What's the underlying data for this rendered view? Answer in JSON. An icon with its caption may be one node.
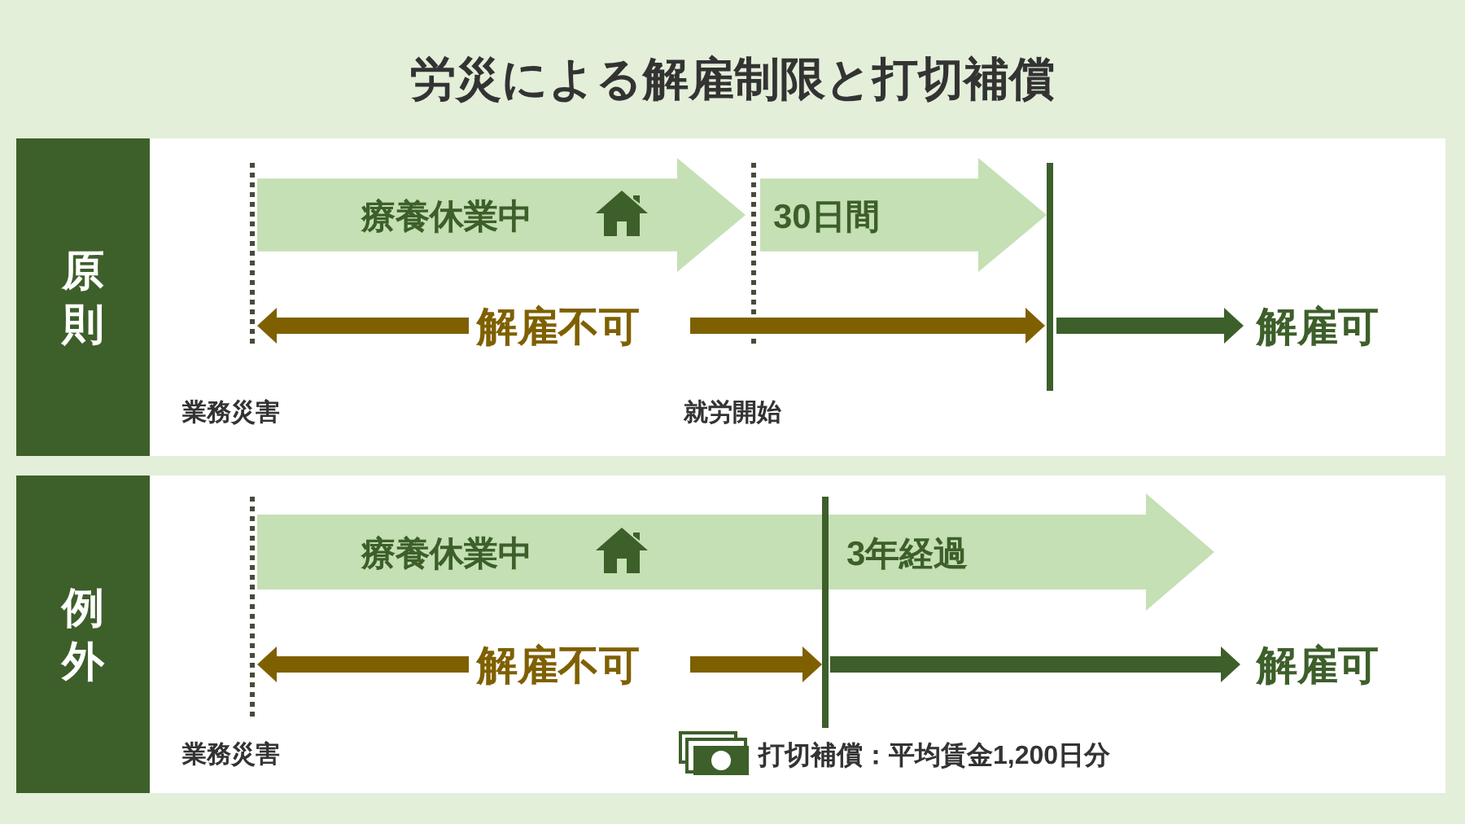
{
  "diagram": {
    "title": "労災による解雇制限と打切補償",
    "nodes": [
      {
        "text": [
          "原則"
        ]
      },
      {
        "text": [
          "療養休業中"
        ],
        "in": 0
      },
      {
        "text": [
          "30日間"
        ],
        "in": 0
      },
      {
        "text": [
          "例外"
        ]
      },
      {
        "text": [
          "療養休業中",
          "3年経過"
        ],
        "in": 3
      }
    ],
    "labels": [
      "解雇不可",
      "解雇可",
      "業務災害",
      "就労開始",
      "解雇不可",
      "解雇可",
      "業務災害",
      "打切補償：平均賃金1,200日分"
    ]
  }
}
